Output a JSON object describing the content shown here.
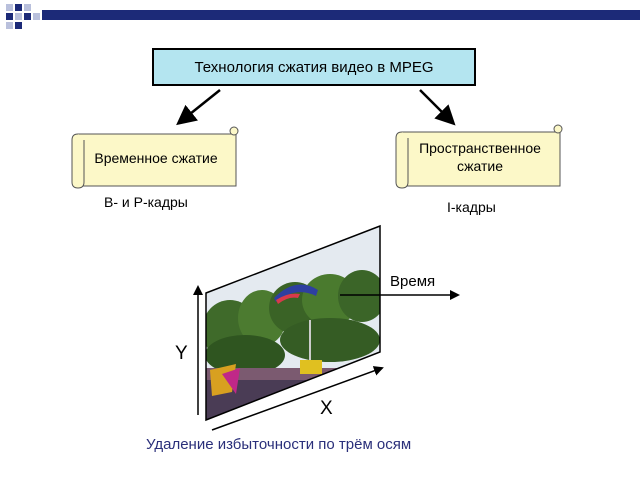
{
  "title": "Технология сжатия видео в MPEG",
  "left_scroll": {
    "label": "Временное сжатие"
  },
  "right_scroll": {
    "label_line1": "Пространственное",
    "label_line2": "сжатие"
  },
  "left_caption": "B- и P-кадры",
  "right_caption": "I-кадры",
  "axes": {
    "y_label": "Y",
    "x_label": "X",
    "time_label": "Время"
  },
  "bottom_caption": "Удаление избыточности по трём осям",
  "colors": {
    "title_fill": "#b4e5f0",
    "scroll_fill": "#fcf8c8",
    "deco_dark": "#1c2a78",
    "deco_light": "#b9c0dc",
    "caption_text": "#2a2f7a"
  },
  "icons": {
    "left_arrow": "arrow-down-left-icon",
    "right_arrow": "arrow-down-right-icon",
    "photo": "parachute-crowd-photo"
  }
}
